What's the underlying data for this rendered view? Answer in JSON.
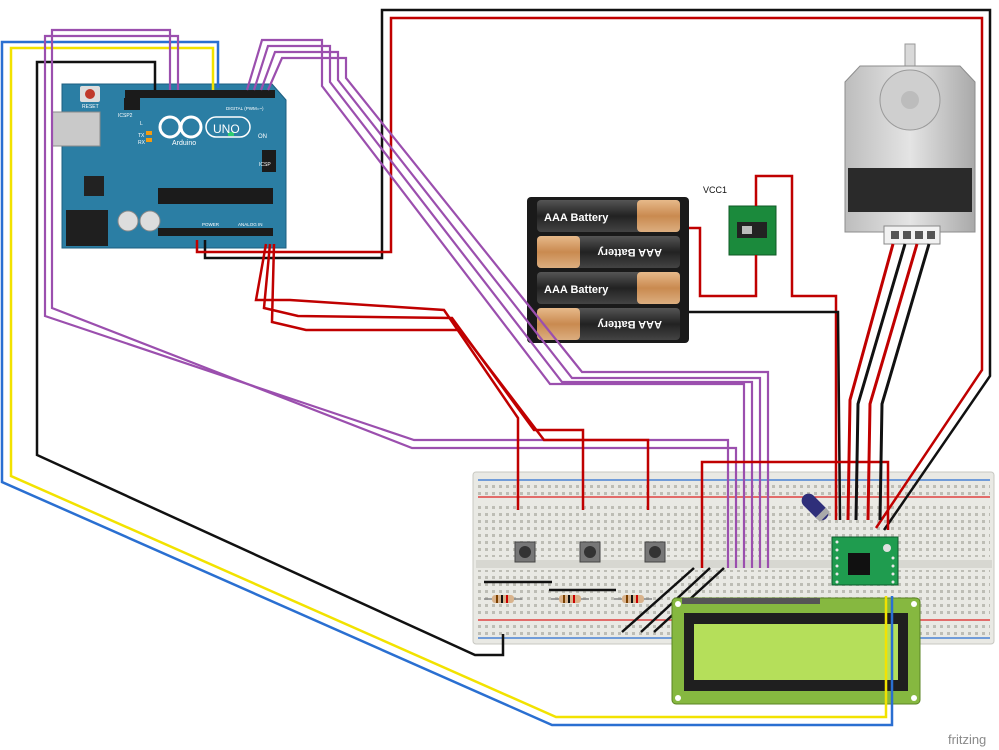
{
  "arduino": {
    "reset_label": "RESET",
    "icsp2_label": "ICSP2",
    "brand": "Arduino",
    "model": "UNO",
    "on_label": "ON",
    "icsp_label": "ICSP",
    "tx_label": "TX",
    "rx_label": "RX",
    "l_label": "L",
    "digital_label": "DIGITAL (PWM=~)",
    "power_label": "POWER",
    "analog_label": "ANALOG IN"
  },
  "battery_pack": {
    "cells": [
      "AAA Battery",
      "AAA Battery",
      "AAA Battery",
      "AAA Battery"
    ]
  },
  "switch": {
    "label": "VCC1"
  },
  "footer": {
    "brand": "fritzing"
  },
  "colors": {
    "board": "#2b7ea4",
    "wire_red": "#c00000",
    "wire_black": "#111111",
    "wire_purple": "#9b4fae",
    "wire_yellow": "#f2e200",
    "wire_blue": "#2a6fd1",
    "lcd_green": "#86b840",
    "driver_green": "#1f9c4f",
    "breadboard": "#e9e9e4"
  }
}
